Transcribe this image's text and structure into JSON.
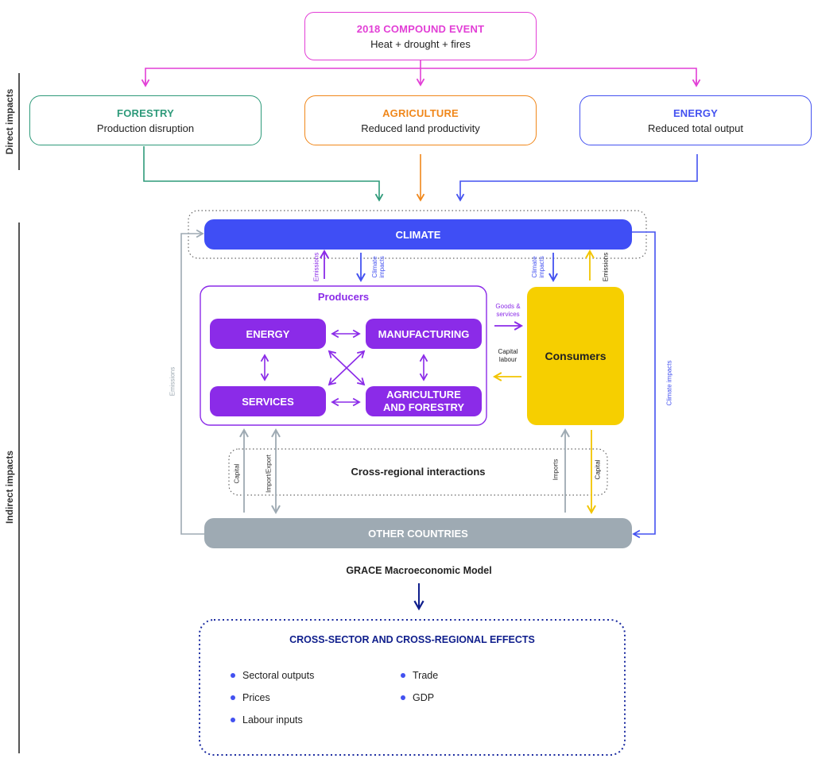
{
  "colors": {
    "magenta": "#e23fd6",
    "forestry": "#2e9a7a",
    "agriculture": "#f0871a",
    "energy_blue": "#4452f0",
    "climate": "#3f4ef5",
    "purple": "#8b2be8",
    "consumers": "#f6cf00",
    "other_countries": "#9eaab3",
    "navy": "#0f1e8c"
  },
  "side_labels": {
    "direct": "Direct impacts",
    "indirect": "Indirect impacts"
  },
  "event": {
    "title": "2018 COMPOUND EVENT",
    "subtitle": "Heat + drought + fires"
  },
  "direct": {
    "forestry": {
      "title": "FORESTRY",
      "subtitle": "Production disruption"
    },
    "agriculture": {
      "title": "AGRICULTURE",
      "subtitle": "Reduced land productivity"
    },
    "energy": {
      "title": "ENERGY",
      "subtitle": "Reduced total output"
    }
  },
  "climate": "CLIMATE",
  "producers": {
    "title": "Producers",
    "energy": "ENERGY",
    "manufacturing": "MANUFACTURING",
    "services": "SERVICES",
    "agri_forestry": "AGRICULTURE AND FORESTRY"
  },
  "consumers": "Consumers",
  "flow_labels": {
    "emissions_left": "Emissions",
    "climate_impacts_left": "Climate impacts",
    "climate_impacts_right": "Climate impacts",
    "emissions_right": "Emissions",
    "goods_services": "Goods & services",
    "capital_labour": "Capital labour",
    "emissions_outer": "Emissions",
    "climate_impacts_outer": "Climate impacts",
    "capital_left": "Capital",
    "import_export": "Import/Export",
    "imports": "Imports",
    "capital_right": "Capital"
  },
  "cross_regional": "Cross-regional interactions",
  "other_countries": "OTHER COUNTRIES",
  "model_label": "GRACE Macroeconomic Model",
  "effects": {
    "title": "CROSS-SECTOR AND CROSS-REGIONAL EFFECTS",
    "col1": [
      "Sectoral outputs",
      "Prices",
      "Labour inputs"
    ],
    "col2": [
      "Trade",
      "GDP"
    ]
  }
}
